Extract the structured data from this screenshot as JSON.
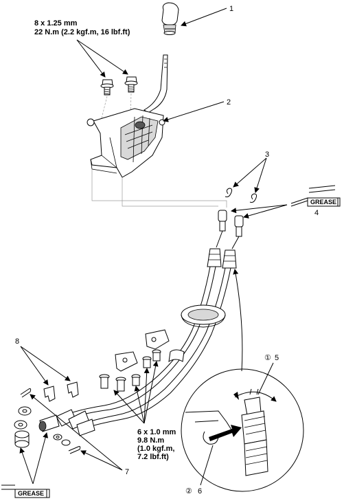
{
  "callouts": {
    "c1": "1",
    "c2": "2",
    "c3": "3",
    "c4": "4",
    "c5": "5",
    "c6": "6",
    "c7": "7",
    "c8": "8",
    "step1": "①",
    "step2": "②"
  },
  "specs": {
    "top_line1": "8 x 1.25 mm",
    "top_line2": "22 N.m (2.2 kgf.m, 16 lbf.ft)",
    "bottom_line1": "6 x 1.0 mm",
    "bottom_line2": "9.8 N.m",
    "bottom_line3": "(1.0 kgf.m,",
    "bottom_line4": "7.2 lbf.ft)"
  },
  "grease": {
    "label_right": "GREASE",
    "label_left": "GREASE"
  }
}
